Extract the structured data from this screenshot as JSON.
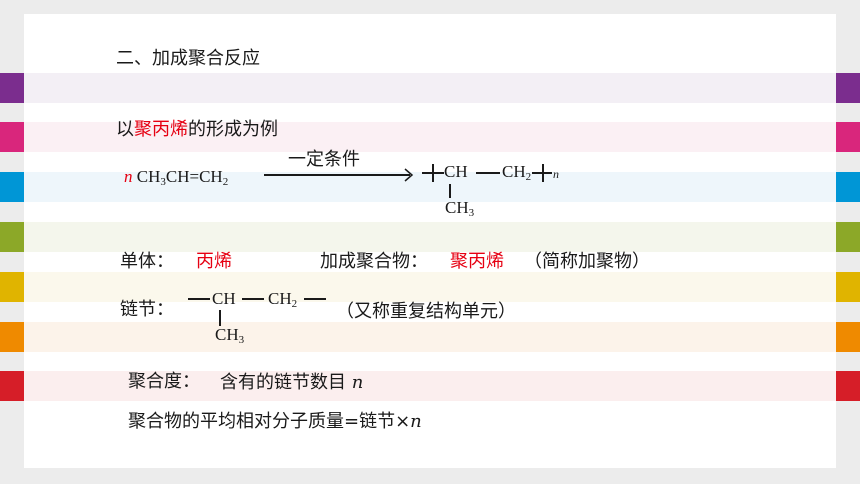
{
  "colors": {
    "accent_red": "#e60012",
    "stripes": [
      "#7b2d8e",
      "#d9267c",
      "#0096d6",
      "#8ca828",
      "#e0b400",
      "#ef8a00",
      "#d61e28"
    ]
  },
  "heading": "二、加成聚合反应",
  "example": {
    "prefix": "以",
    "highlight": "聚丙烯",
    "suffix": "的形成为例"
  },
  "reaction": {
    "coefficient": "n",
    "reactant_a": "CH",
    "reactant_a_sub": "3",
    "reactant_b": "CH=CH",
    "reactant_b_sub": "2",
    "condition": "一定条件",
    "product_ch": "CH",
    "product_ch2": "CH",
    "product_ch2_sub": "2",
    "product_n": "n",
    "branch": "CH",
    "branch_sub": "3"
  },
  "monomer": {
    "label": "单体：",
    "value": "丙烯",
    "polymer_label": "加成聚合物：",
    "polymer_value": "聚丙烯",
    "polymer_note": "（简称加聚物）"
  },
  "chain_link": {
    "label": "链节：",
    "ch": "CH",
    "ch2": "CH",
    "ch2_sub": "2",
    "branch": "CH",
    "branch_sub": "3",
    "note": "（又称重复结构单元）"
  },
  "degree": {
    "label": "聚合度：",
    "text": "含有的链节数目",
    "var": "n"
  },
  "molar_mass": {
    "text": "聚合物的平均相对分子质量=链节×",
    "var": "n"
  }
}
